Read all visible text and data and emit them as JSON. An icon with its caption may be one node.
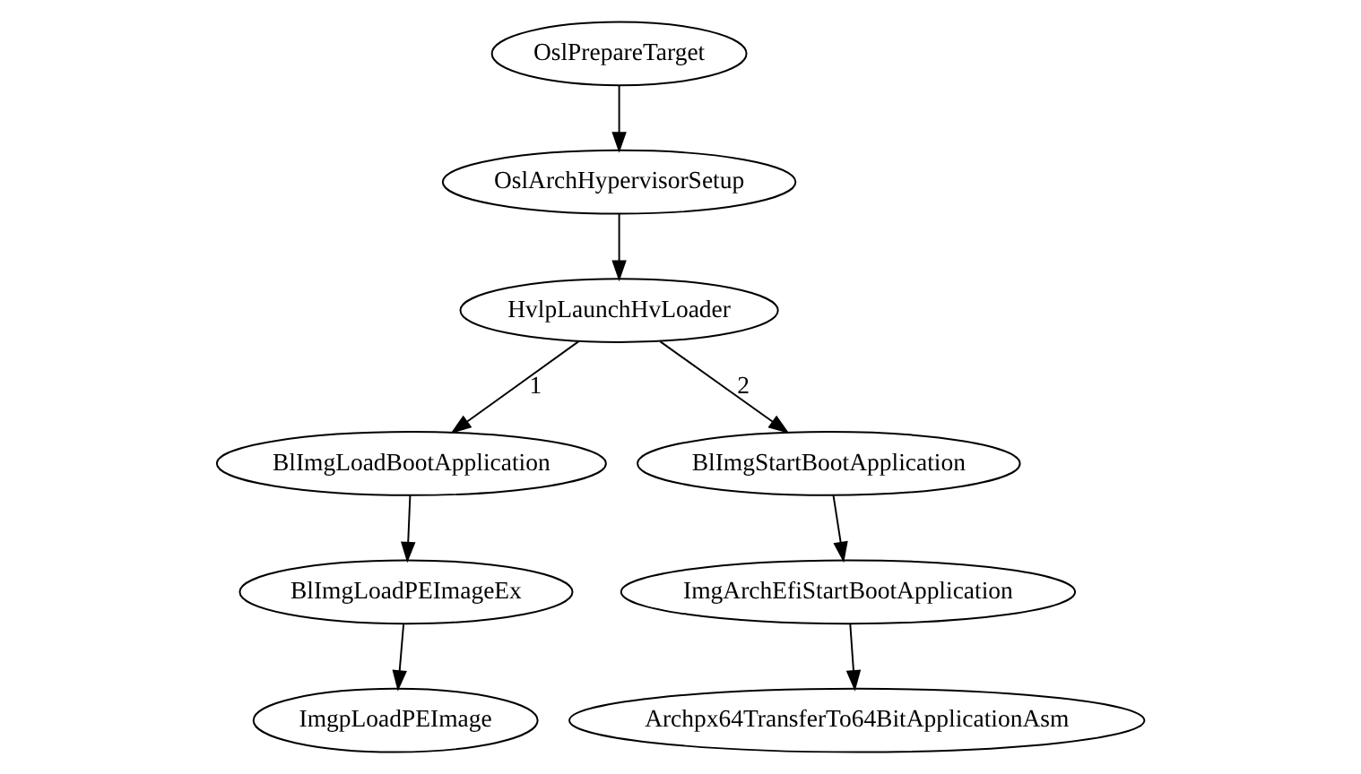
{
  "diagram": {
    "nodes": [
      {
        "text": [
          "OslPrepareTarget"
        ]
      },
      {
        "text": [
          "OslArchHypervisorSetup"
        ]
      },
      {
        "text": [
          "HvlpLaunchHvLoader"
        ]
      },
      {
        "text": [
          "BlImgLoadBootApplication"
        ]
      },
      {
        "text": [
          "BlImgStartBootApplication"
        ]
      },
      {
        "text": [
          "BlImgLoadPEImageEx"
        ]
      },
      {
        "text": [
          "ImgArchEfiStartBootApplication"
        ]
      },
      {
        "text": [
          "ImgpLoadPEImage"
        ]
      },
      {
        "text": [
          "Archpx64TransferTo64BitApplicationAsm"
        ]
      }
    ],
    "edges": [
      {
        "from": 0,
        "to": 1,
        "arrow": "to"
      },
      {
        "from": 1,
        "to": 2,
        "arrow": "to"
      },
      {
        "from": 2,
        "to": 3,
        "arrow": "to",
        "label": "1"
      },
      {
        "from": 2,
        "to": 4,
        "arrow": "to",
        "label": "2"
      },
      {
        "from": 3,
        "to": 5,
        "arrow": "to"
      },
      {
        "from": 4,
        "to": 6,
        "arrow": "to"
      },
      {
        "from": 5,
        "to": 7,
        "arrow": "to"
      },
      {
        "from": 6,
        "to": 8,
        "arrow": "to"
      }
    ]
  }
}
